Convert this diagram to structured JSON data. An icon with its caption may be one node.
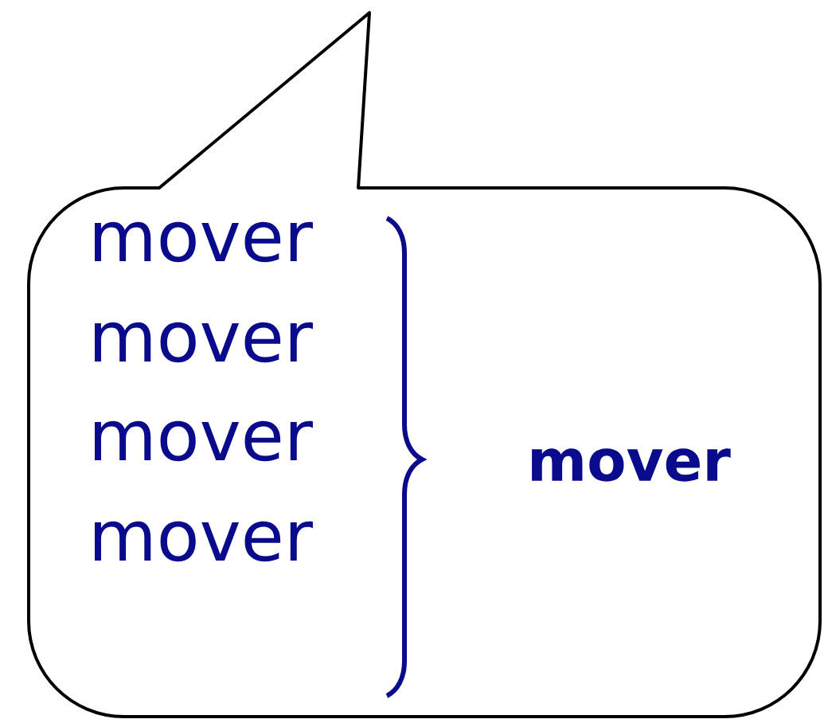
{
  "diagram": {
    "nodes": [
      {
        "text": [
          "mover",
          "mover",
          "mover",
          "mover",
          "mover"
        ]
      }
    ]
  }
}
